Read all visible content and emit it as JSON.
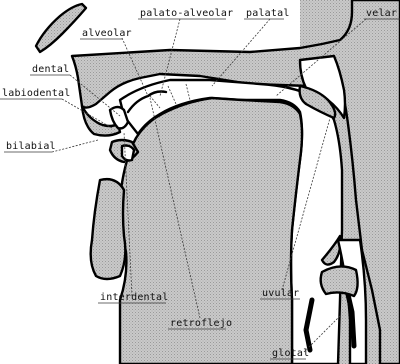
{
  "labels": {
    "alveolar": "alveolar",
    "palato_alveolar": "palato-alveolar",
    "palatal": "palatal",
    "velar": "velar",
    "dental": "dental",
    "labiodental": "labiodental",
    "bilabial": "bilabial",
    "interdental": "interdental",
    "retroflejo": "retroflejo",
    "uvular": "uvular",
    "glotal": "glotal"
  },
  "colors": {
    "tissue_fill": "#c8c8c8",
    "outline": "#000000",
    "cavity": "#ffffff",
    "label_text": "#111111"
  }
}
